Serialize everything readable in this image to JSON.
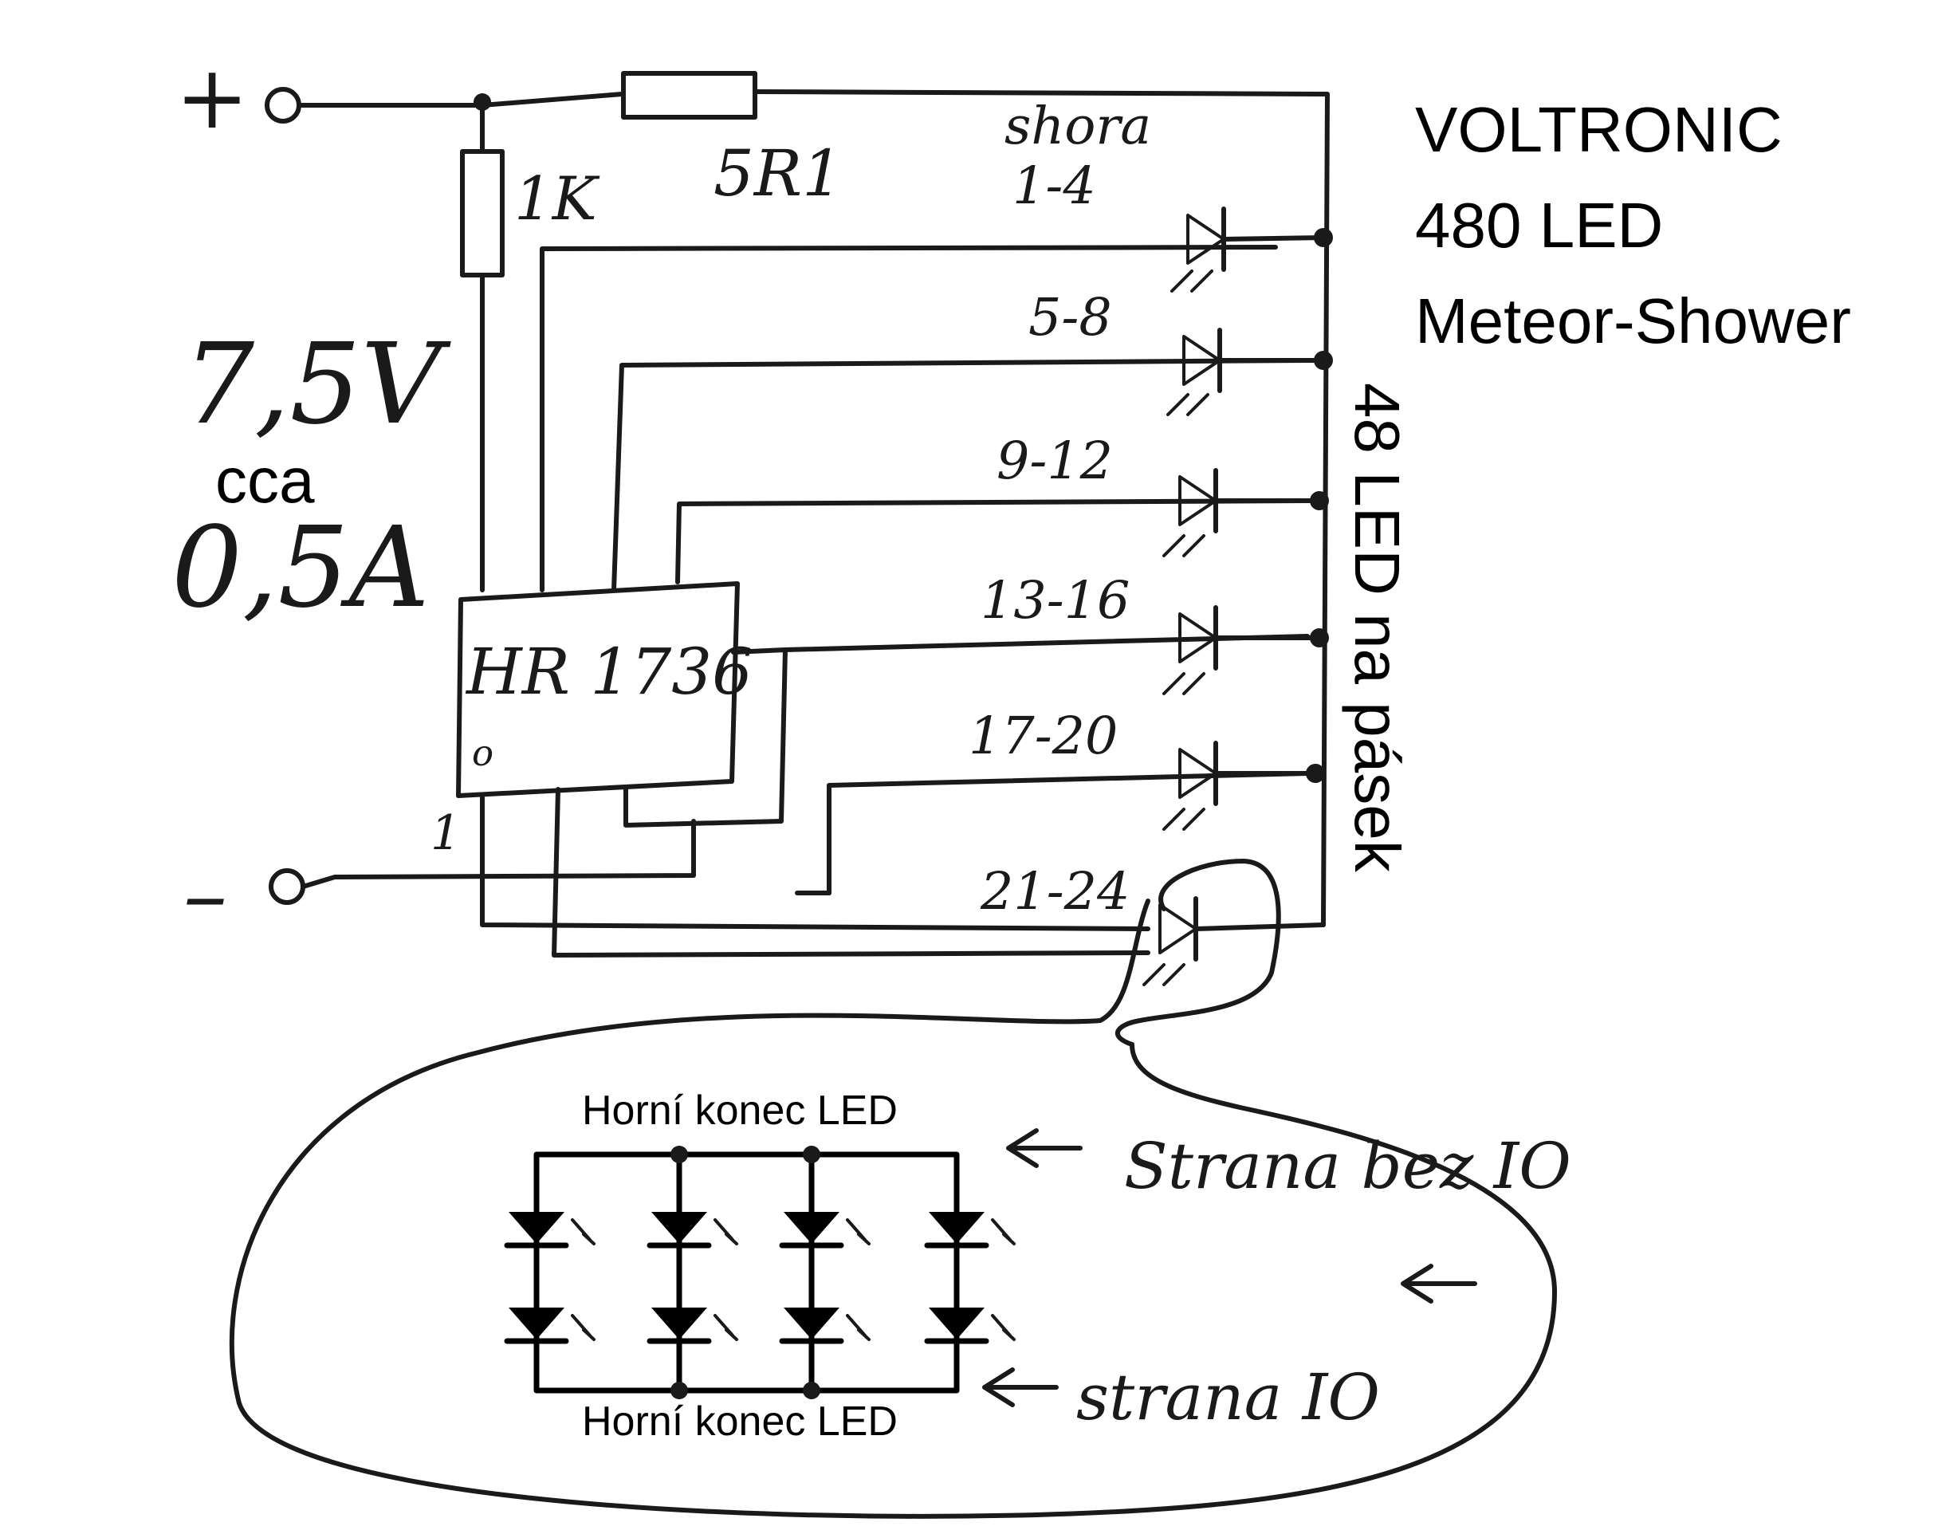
{
  "title": {
    "line1": "VOLTRONIC",
    "line2": "480 LED",
    "line3": "Meteor-Shower"
  },
  "side_label": "48 LED na pásek",
  "power": {
    "plus": "+",
    "minus": "–",
    "voltage": "7,5V",
    "cca": "cca",
    "current": "0,5A"
  },
  "components": {
    "resistor_series": "5R1",
    "resistor_pullup": "1K",
    "ic_label": "HR 1736",
    "ic_pin_mark": "o",
    "ic_pin1": "1"
  },
  "led_groups": [
    {
      "label": "1-4",
      "note": "shora"
    },
    {
      "label": "5-8"
    },
    {
      "label": "9-12"
    },
    {
      "label": "13-16"
    },
    {
      "label": "17-20"
    },
    {
      "label": "21-24"
    }
  ],
  "detail": {
    "top_label": "Horní konec LED",
    "bottom_label": "Horní konec LED",
    "side_no_io": "Strana bez IO",
    "side_io": "strana IO"
  }
}
